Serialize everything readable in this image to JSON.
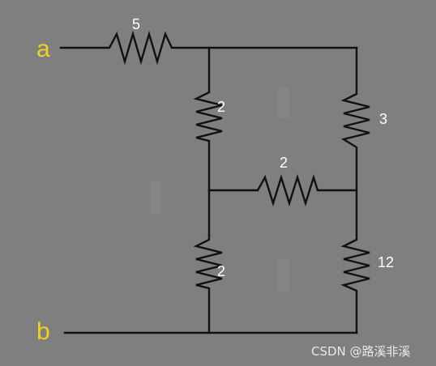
{
  "terminals": {
    "a": "a",
    "b": "b"
  },
  "resistors": {
    "r_top": "5",
    "r_left_upper": "2",
    "r_right_upper": "3",
    "r_middle": "2",
    "r_left_lower": "2",
    "r_right_lower": "12"
  },
  "watermark": "CSDN @路溪非溪",
  "colors": {
    "background": "#7f7f7f",
    "wire": "#111111",
    "terminal_label": "#f0d020",
    "resistor_label": "#ffffff"
  }
}
